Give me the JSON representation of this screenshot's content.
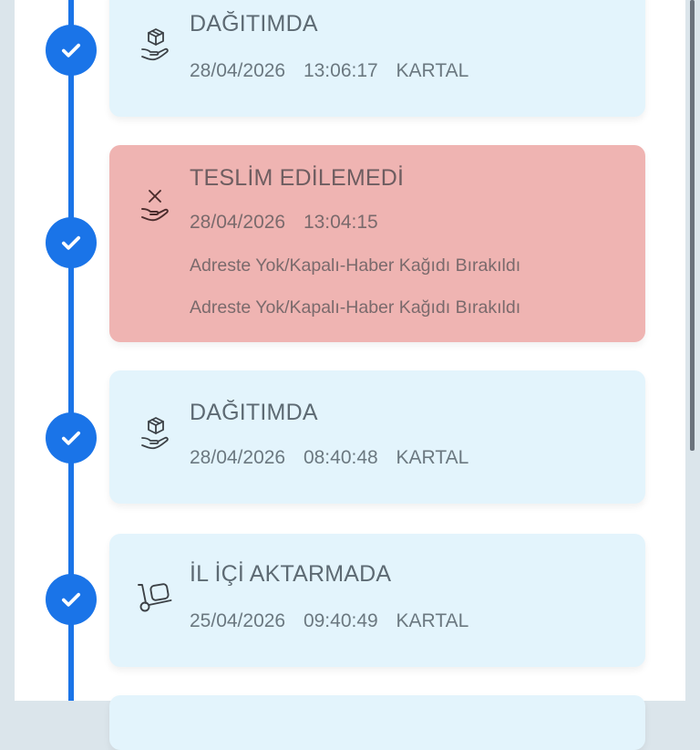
{
  "colors": {
    "timeline": "#1a74e8",
    "card_default": "#e3f4fc",
    "card_failed": "#efb4b2",
    "background": "#dbe5eb"
  },
  "timeline": {
    "events": [
      {
        "status": "DAĞITIMDA",
        "icon": "hand-package-icon",
        "date": "28/04/2026",
        "time": "13:06:17",
        "location": "KARTAL",
        "state": "default",
        "completed": true
      },
      {
        "status": "TESLİM EDİLEMEDİ",
        "icon": "hand-x-icon",
        "date": "28/04/2026",
        "time": "13:04:15",
        "location": "",
        "notes": [
          "Adreste Yok/Kapalı-Haber Kağıdı Bırakıldı",
          "Adreste Yok/Kapalı-Haber Kağıdı Bırakıldı"
        ],
        "state": "failed",
        "completed": true
      },
      {
        "status": "DAĞITIMDA",
        "icon": "hand-package-icon",
        "date": "28/04/2026",
        "time": "08:40:48",
        "location": "KARTAL",
        "state": "default",
        "completed": true
      },
      {
        "status": "İL İÇİ AKTARMADA",
        "icon": "hand-truck-icon",
        "date": "25/04/2026",
        "time": "09:40:49",
        "location": "KARTAL",
        "state": "default",
        "completed": true
      }
    ]
  }
}
